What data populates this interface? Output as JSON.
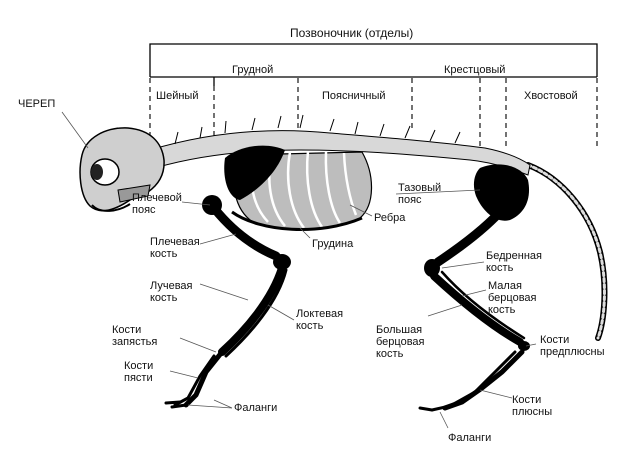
{
  "header": {
    "spine_title": "Позвоночник (отделы)",
    "sections": {
      "cervical": "Шейный",
      "thoracic": "Грудной",
      "lumbar": "Поясничный",
      "sacral": "Крестцовый",
      "caudal": "Хвостовой"
    }
  },
  "labels": {
    "skull": "ЧЕРЕП",
    "shoulder_girdle": "Плечевой\nпояс",
    "humerus": "Плечевая\nкость",
    "radius": "Лучевая\nкость",
    "carpals": "Кости\nзапястья",
    "metacarpals": "Кости\nпясти",
    "phalanges_front": "Фаланги",
    "ulna": "Локтевая\nкость",
    "sternum": "Грудина",
    "ribs": "Ребра",
    "pelvic_girdle": "Тазовый\nпояс",
    "femur": "Бедренная\nкость",
    "fibula": "Малая\nберцовая\nкость",
    "tibia": "Большая\nберцовая\nкость",
    "tarsals": "Кости\nпредплюсны",
    "metatarsals": "Кости\nплюсны",
    "phalanges_hind": "Фаланги"
  }
}
